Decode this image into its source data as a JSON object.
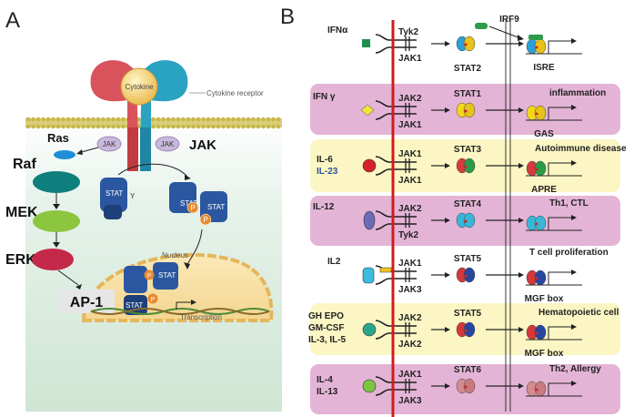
{
  "panel_a": {
    "panel_label": "A",
    "cytokine": "Cytokine",
    "cytokine_receptor": "Cytokine receptor",
    "jak_left": "JAK",
    "jak_right": "JAK",
    "jak_label": "JAK",
    "ras": "Ras",
    "raf": "Raf",
    "mek": "MEK",
    "erk": "ERK",
    "ap1": "AP-1",
    "stat_inactive": "STAT",
    "stat_y": "Y",
    "stat_active_1": "STAT",
    "stat_active_2": "STAT",
    "phospho": "P",
    "nucleus": "Nucleus",
    "nuc_stat_1": "STAT",
    "nuc_stat_2": "STAT",
    "transcription": "Transcription"
  },
  "panel_b": {
    "panel_label": "B",
    "rows": [
      {
        "ligand": "IFNα",
        "ligand_line2": "",
        "jak_top": "Tyk2",
        "jak_bottom": "JAK1",
        "stat_above": "",
        "stat_below": "STAT2",
        "extra": "IRF9",
        "outcome_right": "",
        "outcome_below": "ISRE",
        "band": "none"
      },
      {
        "ligand": "IFN γ",
        "ligand_line2": "",
        "jak_top": "JAK2",
        "jak_bottom": "JAK1",
        "stat_above": "STAT1",
        "stat_below": "",
        "extra": "",
        "outcome_right": "inflammation",
        "outcome_below": "GAS",
        "band": "#e4b4d6"
      },
      {
        "ligand": "IL-6",
        "ligand_line2": "IL-23",
        "jak_top": "JAK1",
        "jak_bottom": "JAK1",
        "stat_above": "STAT3",
        "stat_below": "",
        "extra": "",
        "outcome_right": "Autoimmune disease",
        "outcome_below": "APRE",
        "band": "#fbf6c3"
      },
      {
        "ligand": "IL-12",
        "ligand_line2": "",
        "jak_top": "JAK2",
        "jak_bottom": "Tyk2",
        "stat_above": "STAT4",
        "stat_below": "",
        "extra": "",
        "outcome_right": "Th1, CTL",
        "outcome_below": "",
        "band": "#e4b4d6"
      },
      {
        "ligand": "IL2",
        "ligand_line2": "",
        "jak_top": "JAK1",
        "jak_bottom": "JAK3",
        "stat_above": "STAT5",
        "stat_below": "",
        "extra": "",
        "outcome_right": "T cell proliferation",
        "outcome_below": "MGF box",
        "band": "none"
      },
      {
        "ligand": "GH EPO",
        "ligand_line2": "GM-CSF",
        "ligand_line3": "IL-3, IL-5",
        "jak_top": "JAK2",
        "jak_bottom": "JAK2",
        "stat_above": "STAT5",
        "stat_below": "",
        "extra": "",
        "outcome_right": "Hematopoietic cell",
        "outcome_below": "MGF box",
        "band": "#fbf6c3"
      },
      {
        "ligand": "IL-4",
        "ligand_line2": "IL-13",
        "jak_top": "JAK1",
        "jak_bottom": "JAK3",
        "stat_above": "STAT6",
        "stat_below": "",
        "extra": "",
        "outcome_right": "Th2, Allergy",
        "outcome_below": "",
        "band": "#e4b4d6"
      }
    ]
  },
  "colors": {
    "membrane_line": "#d01c1c",
    "band_pink": "#e4b4d6",
    "band_yellow": "#fbf6c3",
    "panel_a_bg": "#dfeee3",
    "stat_blue": "#2b57a0"
  }
}
